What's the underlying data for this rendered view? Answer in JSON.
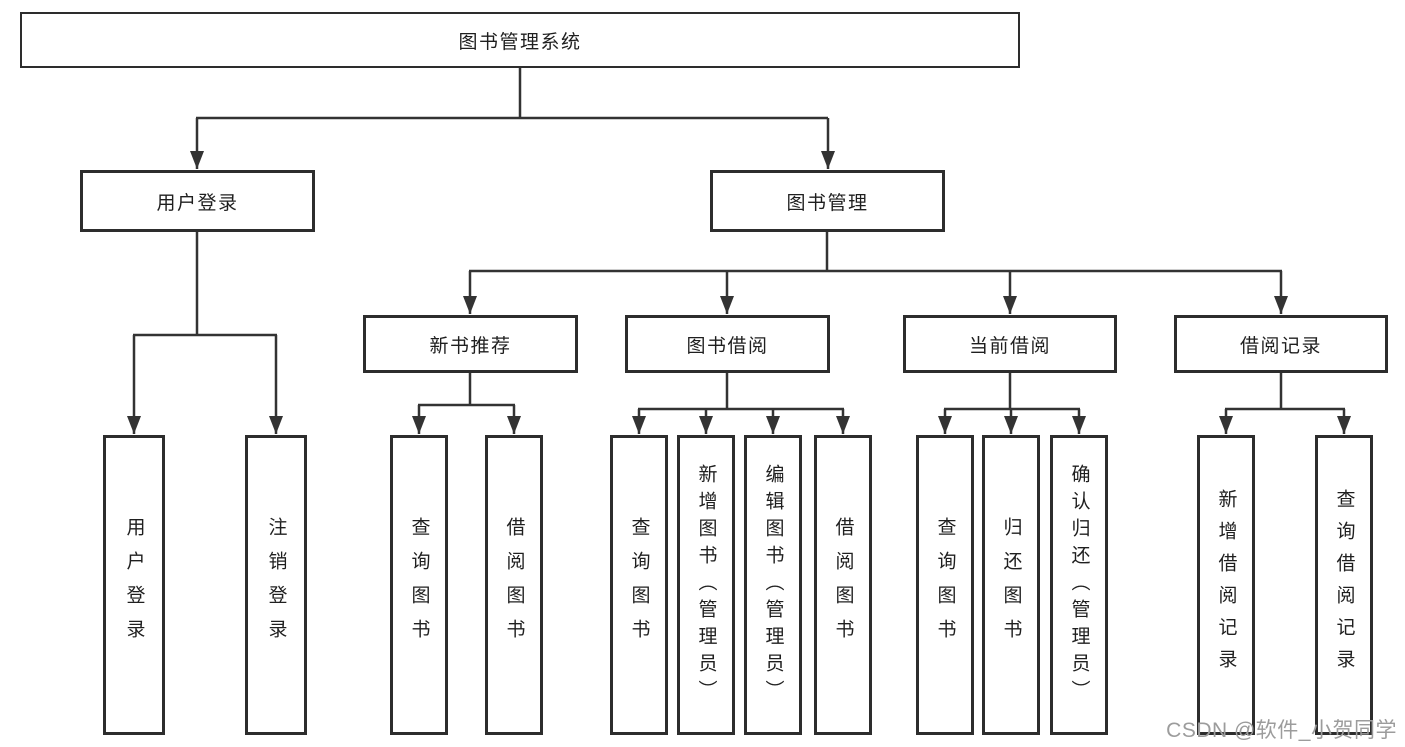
{
  "diagram": {
    "root": {
      "label": "图书管理系统"
    },
    "level2": [
      {
        "label": "用户登录"
      },
      {
        "label": "图书管理"
      }
    ],
    "level3": [
      {
        "label": "新书推荐"
      },
      {
        "label": "图书借阅"
      },
      {
        "label": "当前借阅"
      },
      {
        "label": "借阅记录"
      }
    ],
    "leaves": [
      {
        "label": "用户登录"
      },
      {
        "label": "注销登录"
      },
      {
        "label": "查询图书"
      },
      {
        "label": "借阅图书"
      },
      {
        "label": "查询图书"
      },
      {
        "label": "新增图书（管理员）"
      },
      {
        "label": "编辑图书（管理员）"
      },
      {
        "label": "借阅图书"
      },
      {
        "label": "查询图书"
      },
      {
        "label": "归还图书"
      },
      {
        "label": "确认归还（管理员）"
      },
      {
        "label": "新增借阅记录"
      },
      {
        "label": "查询借阅记录"
      }
    ]
  },
  "watermark": {
    "text": "CSDN @软件_小贺同学"
  },
  "colors": {
    "line": "#333333",
    "box_border": "#2d2d2d",
    "text": "#1f1f1f",
    "background": "#ffffff",
    "watermark": "#9c9c9c"
  }
}
